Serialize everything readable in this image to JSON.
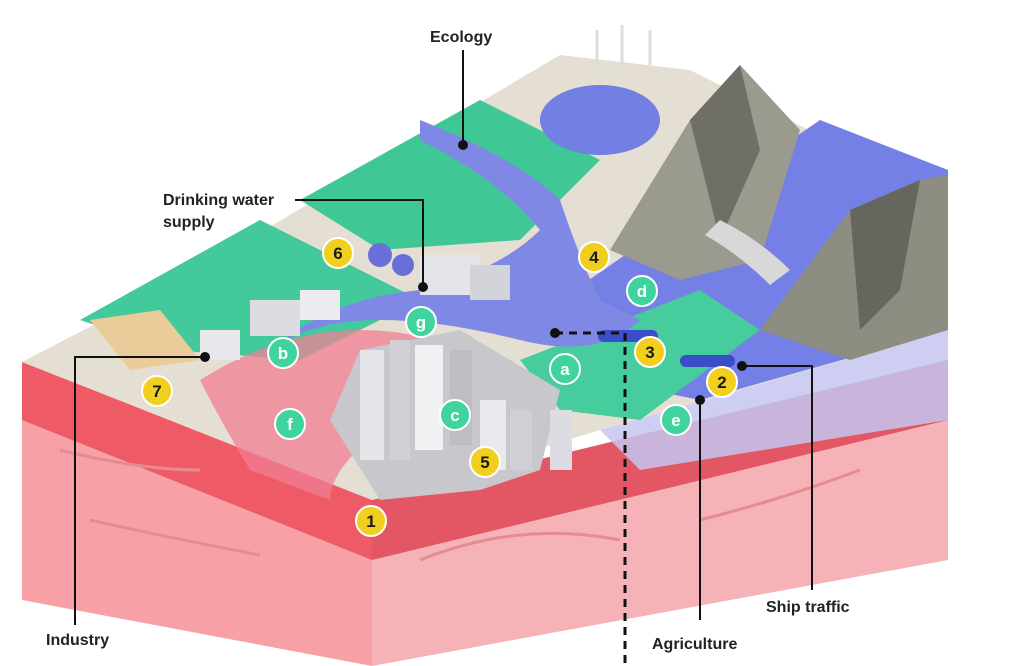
{
  "labels": {
    "ecology": "Ecology",
    "drinking_water_1": "Drinking water",
    "drinking_water_2": "supply",
    "industry": "Industry",
    "agriculture": "Agriculture",
    "ship_traffic": "Ship traffic"
  },
  "markers": {
    "m1": "1",
    "m2": "2",
    "m3": "3",
    "m4": "4",
    "m5": "5",
    "m6": "6",
    "m7": "7",
    "ma": "a",
    "mb": "b",
    "mc": "c",
    "md": "d",
    "me": "e",
    "mf": "f",
    "mg": "g"
  },
  "colors": {
    "numbered_marker": "#f2cf1f",
    "lettered_marker": "#3fd39e",
    "sea": "#7a88e6",
    "land": "#43c99b",
    "soil": "#f26672"
  }
}
